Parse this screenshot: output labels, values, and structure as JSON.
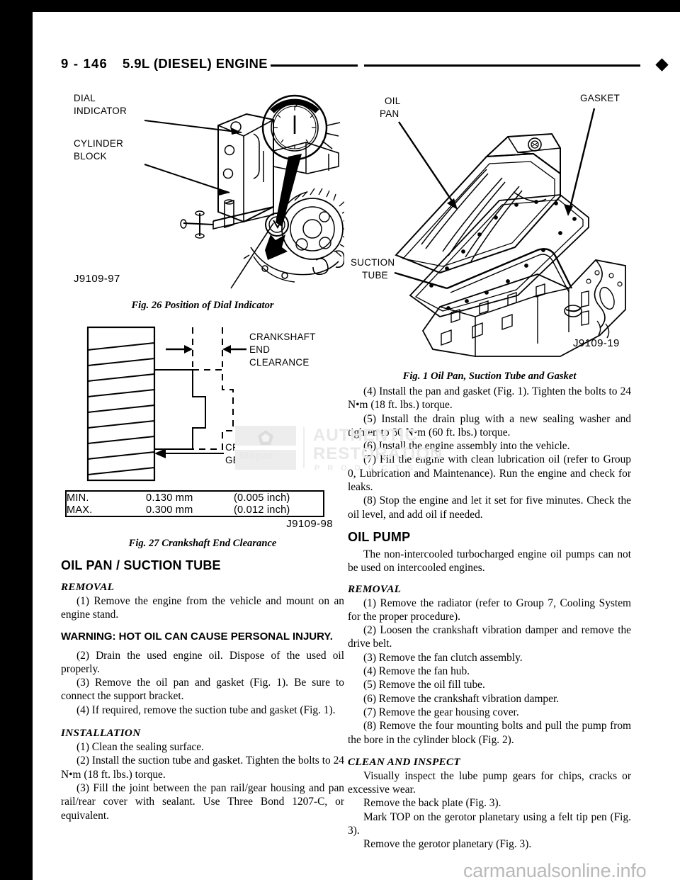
{
  "header": {
    "page_number": "9 - 146",
    "title": "5.9L (DIESEL) ENGINE",
    "marker_icon": "diamond-marker-icon"
  },
  "watermarks": {
    "brand": "Mopar",
    "brand_line1": "AUTHENTIC",
    "brand_line2": "RESTORATION",
    "brand_line3": "P  R  O  D  U  C  T  S",
    "site": "carmanualsonline.info"
  },
  "left_column": {
    "figure_26": {
      "id": "J9109-97",
      "caption": "Fig. 26 Position of Dial Indicator",
      "callouts": [
        {
          "line1": "DIAL",
          "line2": "INDICATOR"
        },
        {
          "line1": "CYLINDER",
          "line2": "BLOCK"
        }
      ]
    },
    "figure_27": {
      "id": "J9109-98",
      "caption": "Fig. 27 Crankshaft End Clearance",
      "callouts": [
        {
          "line1": "CRANKSHAFT",
          "line2": "END",
          "line3": "CLEARANCE"
        },
        {
          "line1": "CRANKSHAFT",
          "line2": "GEAR"
        }
      ],
      "table": {
        "rows": [
          {
            "label": "MIN.",
            "metric": "0.130 mm",
            "imperial": "(0.005 inch)"
          },
          {
            "label": "MAX.",
            "metric": "0.300 mm",
            "imperial": "(0.012 inch)"
          }
        ]
      }
    },
    "section_title": "OIL PAN / SUCTION TUBE",
    "removal_title": "REMOVAL",
    "removal_steps": [
      "(1) Remove the engine from the vehicle and mount on an engine stand.",
      "(2) Drain the used engine oil. Dispose of the used oil properly.",
      "(3) Remove the oil pan and gasket (Fig. 1). Be sure to connect the support bracket.",
      "(4) If required, remove the suction tube and gasket (Fig. 1)."
    ],
    "warning": "WARNING: HOT OIL CAN CAUSE PERSONAL INJURY.",
    "installation_title": "INSTALLATION",
    "installation_steps": [
      "(1) Clean the sealing surface.",
      "(2) Install the suction tube and gasket. Tighten the bolts to 24 N•m (18 ft. lbs.) torque.",
      "(3) Fill the joint between the pan rail/gear housing and pan rail/rear cover with sealant. Use Three Bond 1207-C, or equivalent."
    ]
  },
  "right_column": {
    "figure_1": {
      "id": "J9109-19",
      "caption": "Fig. 1 Oil Pan, Suction Tube and Gasket",
      "callouts": [
        {
          "line1": "OIL",
          "line2": "PAN"
        },
        {
          "line1": "GASKET"
        },
        {
          "line1": "SUCTION",
          "line2": "TUBE"
        }
      ]
    },
    "installation_steps_cont": [
      "(4) Install the pan and gasket (Fig. 1). Tighten the bolts to 24 N•m (18 ft. lbs.) torque.",
      "(5) Install the drain plug with a new sealing washer and tighten to 80 N•m (60 ft. lbs.) torque.",
      "(6) Install the engine assembly into the vehicle.",
      "(7) Fill the engine with clean lubrication oil (refer to Group 0, Lubrication and Maintenance). Run the engine and check for leaks.",
      "(8) Stop the engine and let it set for five minutes. Check the oil level, and add oil if needed."
    ],
    "oil_pump_title": "OIL PUMP",
    "oil_pump_intro": "The non-intercooled turbocharged engine oil pumps can not be used on intercooled engines.",
    "removal_title": "REMOVAL",
    "removal_steps": [
      "(1) Remove the radiator (refer to Group 7, Cooling System for the proper procedure).",
      "(2) Loosen the crankshaft vibration damper and remove the drive belt.",
      "(3) Remove the fan clutch assembly.",
      "(4) Remove the fan hub.",
      "(5) Remove the oil fill tube.",
      "(6) Remove the crankshaft vibration damper.",
      "(7) Remove the gear housing cover.",
      "(8) Remove the four mounting bolts and pull the pump from the bore in the cylinder block (Fig. 2)."
    ],
    "clean_inspect_title": "CLEAN AND INSPECT",
    "clean_inspect_steps": [
      "Visually inspect the lube pump gears for chips, cracks or excessive wear.",
      "Remove the back plate (Fig. 3).",
      "Mark TOP on the gerotor planetary using a felt tip pen (Fig. 3).",
      "Remove the gerotor planetary (Fig. 3)."
    ]
  }
}
